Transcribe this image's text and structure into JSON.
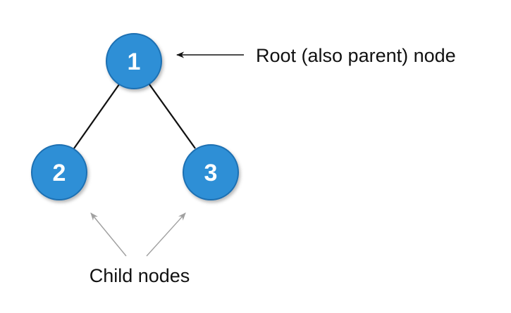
{
  "colors": {
    "node_fill": "#2f8fd6",
    "node_stroke": "#1f6fb2",
    "edge": "#111111",
    "root_arrow": "#111111",
    "child_arrows": "#a0a0a0",
    "text": "#111111"
  },
  "nodes": [
    {
      "id": "root",
      "label": "1"
    },
    {
      "id": "left-child",
      "label": "2"
    },
    {
      "id": "right-child",
      "label": "3"
    }
  ],
  "edges": [
    {
      "from": "root",
      "to": "left-child"
    },
    {
      "from": "root",
      "to": "right-child"
    }
  ],
  "annotations": {
    "root_label": "Root (also parent) node",
    "children_label": "Child nodes"
  }
}
